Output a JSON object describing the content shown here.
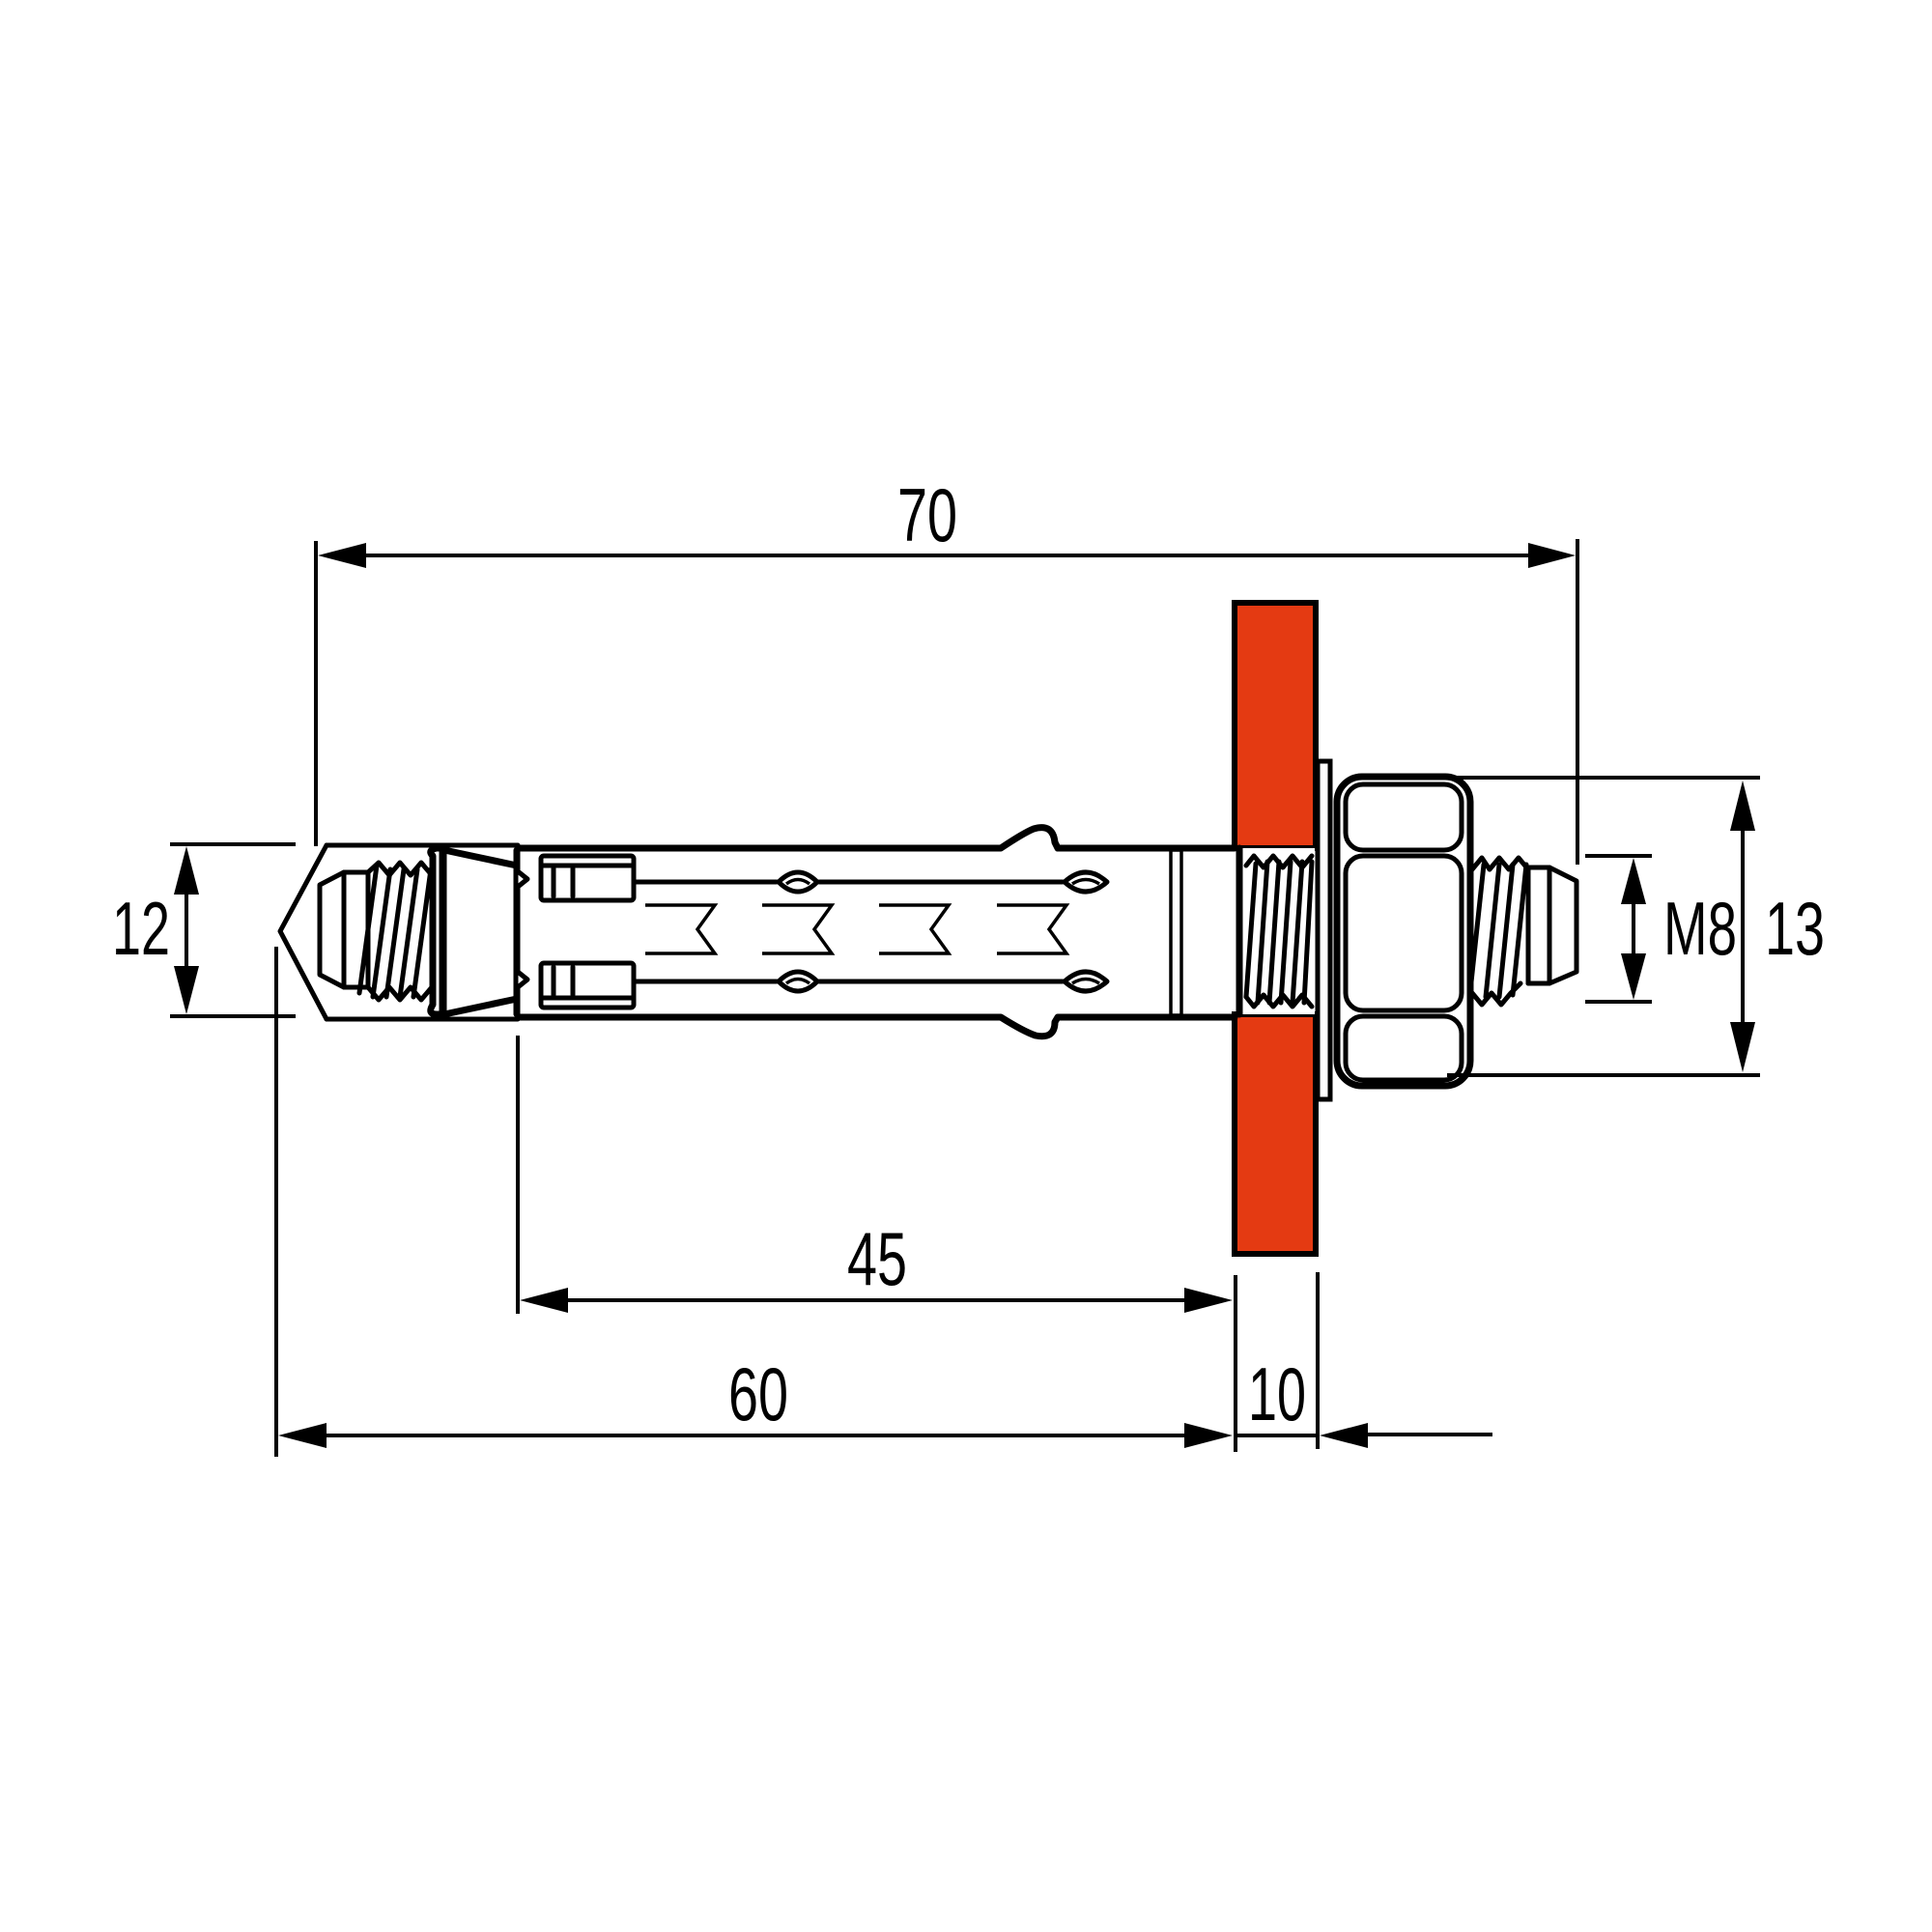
{
  "drawing": {
    "title": "Sleeve anchor with hex nut and washer through fixture plate",
    "colors": {
      "fixture": "#E43A12",
      "line": "#000000",
      "background": "#FFFFFF"
    },
    "dimensions": {
      "overall_length": {
        "label": "70",
        "orientation": "horizontal",
        "position": "top"
      },
      "sleeve_diameter": {
        "label": "12",
        "orientation": "vertical",
        "position": "left"
      },
      "min_embedment": {
        "label": "45",
        "orientation": "horizontal",
        "position": "bottom"
      },
      "hole_depth": {
        "label": "60",
        "orientation": "horizontal",
        "position": "bottom"
      },
      "fixture_thickness": {
        "label": "10",
        "orientation": "horizontal",
        "position": "bottom"
      },
      "thread_size": {
        "label": "M8",
        "orientation": "vertical",
        "position": "right"
      },
      "nut_width": {
        "label": "13",
        "orientation": "vertical",
        "position": "right"
      }
    },
    "parts": [
      {
        "name": "expansion-cone",
        "icon": "cone-icon"
      },
      {
        "name": "sleeve",
        "icon": "sleeve-icon"
      },
      {
        "name": "fixture-plate",
        "icon": "plate-icon"
      },
      {
        "name": "washer",
        "icon": "washer-icon"
      },
      {
        "name": "hex-nut",
        "icon": "hex-nut-icon"
      },
      {
        "name": "threaded-bolt",
        "icon": "bolt-icon"
      }
    ]
  }
}
